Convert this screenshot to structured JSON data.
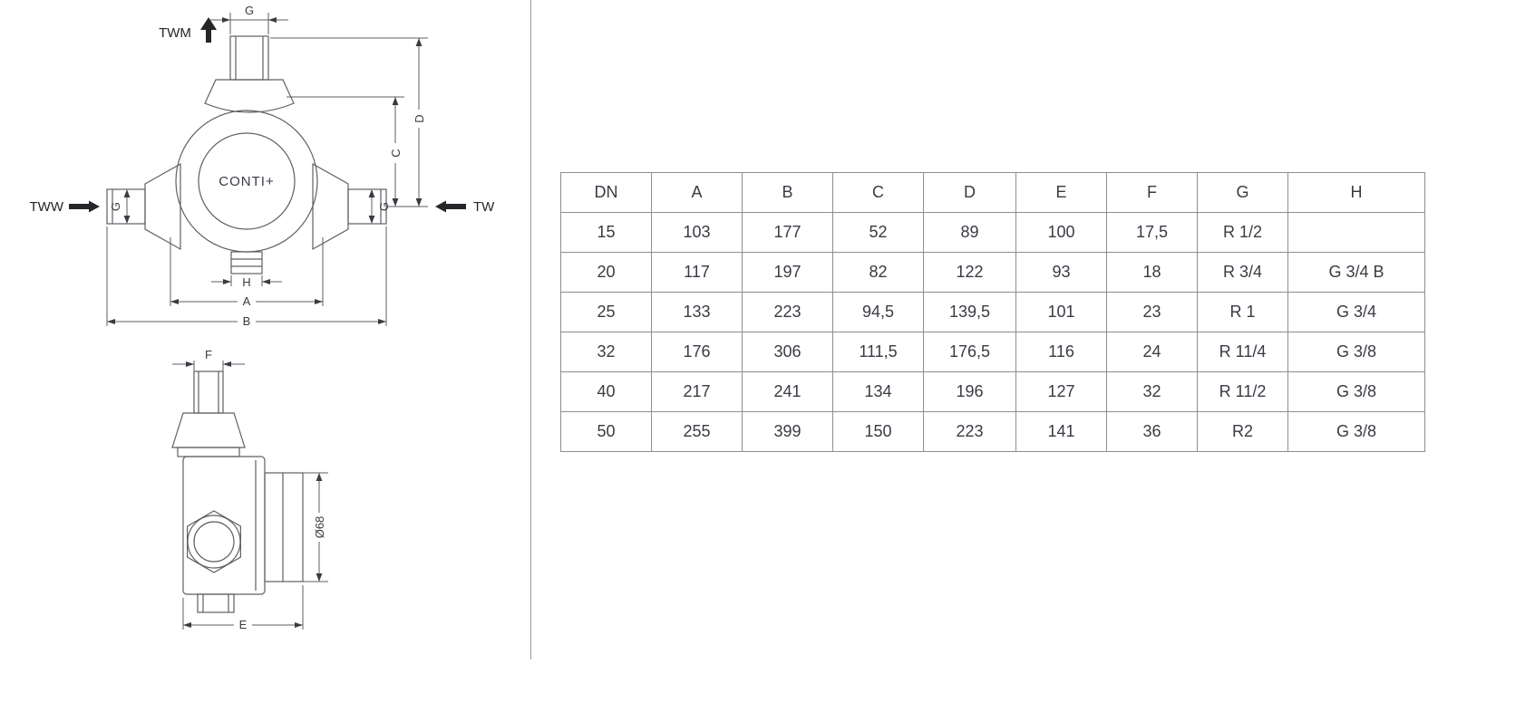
{
  "diagram": {
    "brand": "CONTI+",
    "front": {
      "twm": "TWM",
      "tww": "TWW",
      "tw": "TW",
      "dim_g_top": "G",
      "dim_g_left": "G",
      "dim_g_right": "G",
      "dim_c": "C",
      "dim_d": "D",
      "dim_h": "H",
      "dim_a": "A",
      "dim_b": "B"
    },
    "side": {
      "dim_f": "F",
      "dim_diameter": "Ø68",
      "dim_e": "E"
    }
  },
  "table": {
    "headers": [
      "DN",
      "A",
      "B",
      "C",
      "D",
      "E",
      "F",
      "G",
      "H"
    ],
    "rows": [
      [
        "15",
        "103",
        "177",
        "52",
        "89",
        "100",
        "17,5",
        "R 1/2",
        ""
      ],
      [
        "20",
        "117",
        "197",
        "82",
        "122",
        "93",
        "18",
        "R 3/4",
        "G 3/4 B"
      ],
      [
        "25",
        "133",
        "223",
        "94,5",
        "139,5",
        "101",
        "23",
        "R 1",
        "G 3/4"
      ],
      [
        "32",
        "176",
        "306",
        "111,5",
        "176,5",
        "116",
        "24",
        "R 11/4",
        "G 3/8"
      ],
      [
        "40",
        "217",
        "241",
        "134",
        "196",
        "127",
        "32",
        "R 11/2",
        "G 3/8"
      ],
      [
        "50",
        "255",
        "399",
        "150",
        "223",
        "141",
        "36",
        "R2",
        "G 3/8"
      ]
    ]
  },
  "colors": {
    "line": "#5f5f66",
    "arrow": "#26262a",
    "text": "#3a3a43",
    "table_border": "#8d8d93"
  }
}
